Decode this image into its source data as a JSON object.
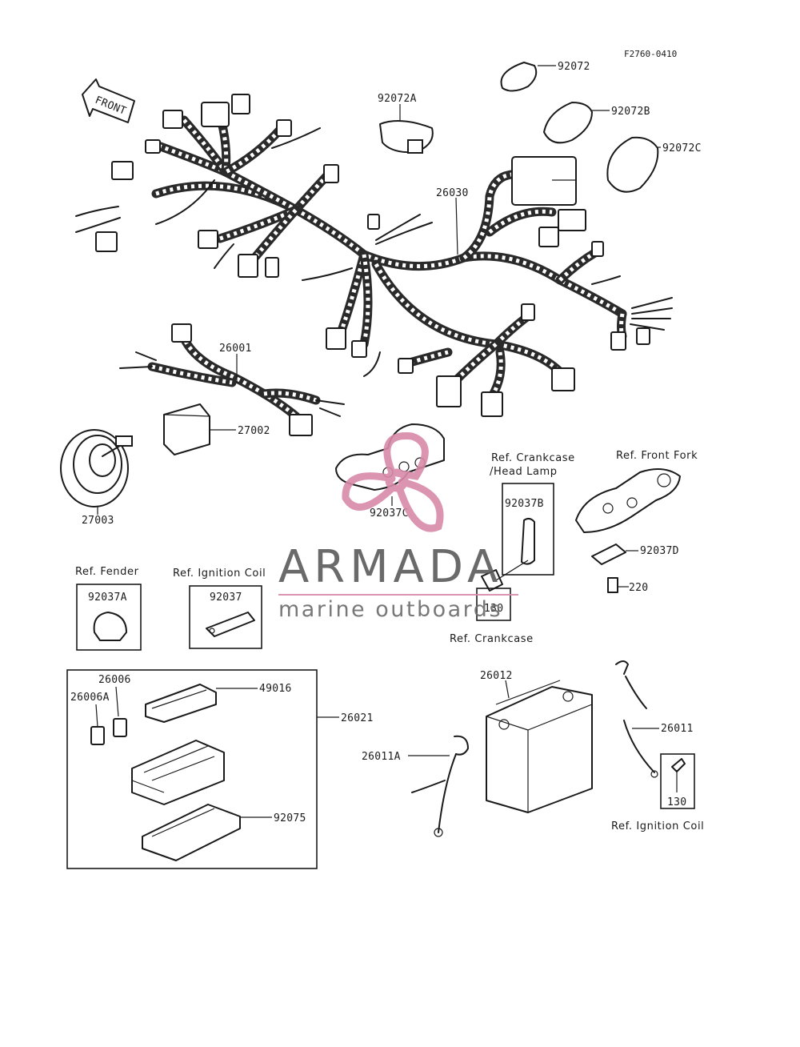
{
  "diagram_code": "F2760-0410",
  "front_arrow_label": "FRONT",
  "watermark": {
    "brand": "ARMADA",
    "tagline": "marine outboards",
    "accent_color": "#d98aa8"
  },
  "part_labels": {
    "p92072": "92072",
    "p92072A": "92072A",
    "p92072B": "92072B",
    "p92072C": "92072C",
    "p26030": "26030",
    "p26001": "26001",
    "p27002": "27002",
    "p27003": "27003",
    "p92037C": "92037C",
    "p92037B": "92037B",
    "p92037D": "92037D",
    "p220": "220",
    "p130a": "130",
    "p92037A": "92037A",
    "p92037": "92037",
    "p26006": "26006",
    "p26006A": "26006A",
    "p49016": "49016",
    "p26021": "26021",
    "p92075": "92075",
    "p26012": "26012",
    "p26011A": "26011A",
    "p26011": "26011",
    "p130b": "130"
  },
  "ref_labels": {
    "crankcase_head_1": "Ref. Crankcase",
    "crankcase_head_2": "/Head Lamp",
    "front_fork": "Ref. Front Fork",
    "fender": "Ref. Fender",
    "ignition_coil": "Ref. Ignition Coil",
    "crankcase": "Ref. Crankcase",
    "ignition_coil_2": "Ref. Ignition Coil"
  }
}
